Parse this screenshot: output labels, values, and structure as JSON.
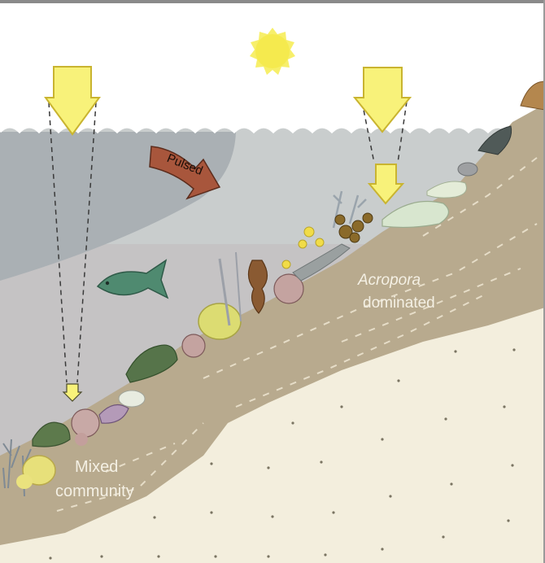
{
  "diagram": {
    "labels": {
      "pulsed": "Pulsed",
      "acropora_italic": "Acropora",
      "acropora_rest": "dominated",
      "mixed_line1": "Mixed",
      "mixed_line2": "community"
    },
    "colors": {
      "sky": "#ffffff",
      "sun": "#f7ef6a",
      "light_arrow": "#f8f27a",
      "water_surface": "#c9cdcd",
      "water": "#c6c4c5",
      "pulsed_plume": "#aab0b4",
      "pulsed_arrow": "#a8563c",
      "sediment": "#b8aa8e",
      "bedrock": "#f3eedd",
      "fish": "#4f8a70"
    }
  }
}
